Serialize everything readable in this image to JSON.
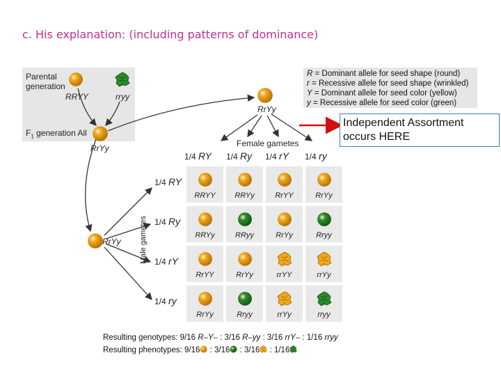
{
  "slide_title": "c. His explanation: (including patterns of dominance)",
  "parental_label": [
    "Parental",
    "generation"
  ],
  "parent_left": "RRYY",
  "parent_right": "rryy",
  "f1_label": "F",
  "f1_sub": "1",
  "f1_label_rest": " generation  All",
  "f1_genotype": "RrYy",
  "top_genotype": "RrYy",
  "female_gametes_label": "Female gametes",
  "male_gametes_label": "Male gametes",
  "male_parent": "RrYy",
  "legend": [
    {
      "sym": "R",
      "text": " = Dominant allele for seed shape (round)"
    },
    {
      "sym": "r",
      "text": " = Recessive allele for seed shape (wrinkled)"
    },
    {
      "sym": "Y",
      "text": " = Dominant allele for seed color (yellow)"
    },
    {
      "sym": "y",
      "text": " = Recessive allele for seed color (green)"
    }
  ],
  "callout": [
    "Independent Assortment",
    "occurs HERE"
  ],
  "female_gametes": [
    {
      "frac": "1/4",
      "g": "RY"
    },
    {
      "frac": "1/4",
      "g": "Ry"
    },
    {
      "frac": "1/4",
      "g": "rY"
    },
    {
      "frac": "1/4",
      "g": "ry"
    }
  ],
  "male_gametes": [
    {
      "frac": "1/4",
      "g": "RY"
    },
    {
      "frac": "1/4",
      "g": "Ry"
    },
    {
      "frac": "1/4",
      "g": "rY"
    },
    {
      "frac": "1/4",
      "g": "ry"
    }
  ],
  "grid": [
    [
      {
        "g": "RRYY",
        "pea": "yr"
      },
      {
        "g": "RRYy",
        "pea": "yr"
      },
      {
        "g": "RrYY",
        "pea": "yr"
      },
      {
        "g": "RrYy",
        "pea": "yr"
      }
    ],
    [
      {
        "g": "RRYy",
        "pea": "yr"
      },
      {
        "g": "RRyy",
        "pea": "gr"
      },
      {
        "g": "RrYy",
        "pea": "yr"
      },
      {
        "g": "Rryy",
        "pea": "gr"
      }
    ],
    [
      {
        "g": "RrYY",
        "pea": "yr"
      },
      {
        "g": "RrYy",
        "pea": "yr"
      },
      {
        "g": "rrYY",
        "pea": "yw"
      },
      {
        "g": "rrYy",
        "pea": "yw"
      }
    ],
    [
      {
        "g": "RrYy",
        "pea": "yr"
      },
      {
        "g": "Rryy",
        "pea": "gr"
      },
      {
        "g": "rrYy",
        "pea": "yw"
      },
      {
        "g": "rryy",
        "pea": "gw"
      }
    ]
  ],
  "genotypes_line": {
    "label": "Resulting genotypes:",
    "parts": [
      "9/16 ",
      "R–Y–",
      "  :  3/16 ",
      "R–yy",
      "  :  3/16 ",
      "rrY–",
      "  :  1/16 ",
      "rryy"
    ]
  },
  "phenotypes_line": {
    "label": "Resulting phenotypes:",
    "fracs": [
      "9/16",
      "3/16",
      "3/16",
      "1/16"
    ],
    "seps": [
      "  :  ",
      "  :  ",
      "  :  "
    ]
  },
  "colors": {
    "title": "#c0308f",
    "yellow_pea": "#f0a820",
    "green_pea": "#2e8b2e",
    "panel": "#e6e6e6",
    "callout_border": "#3b7fc4",
    "arrow_red": "#d01010"
  }
}
